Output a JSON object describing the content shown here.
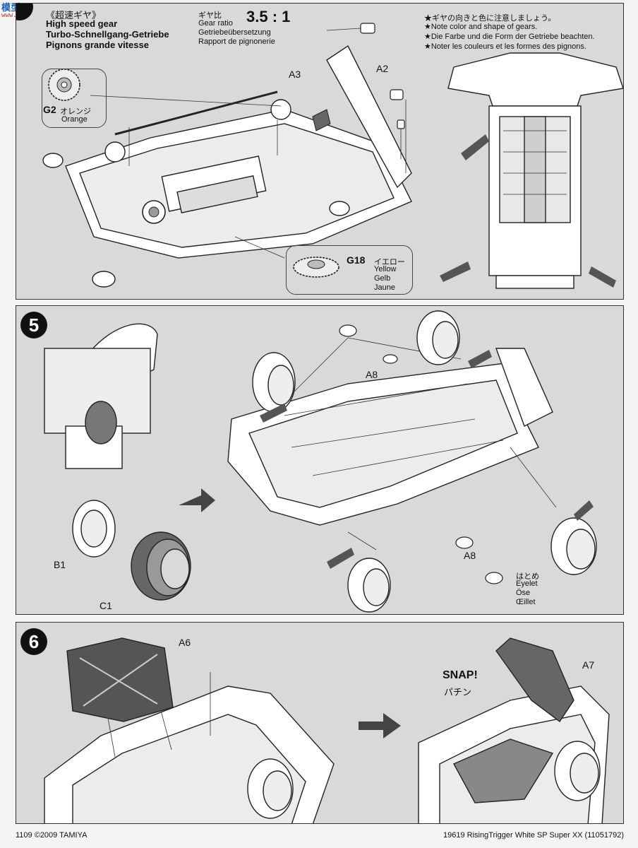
{
  "watermark": {
    "top": "模型 PLAY SEARCH",
    "bottom": "www.moxing.net"
  },
  "step4": {
    "jp_title": "《超速ギヤ》",
    "title_en": "High speed gear",
    "title_de": "Turbo-Schnellgang-Getriebe",
    "title_fr": "Pignons grande vitesse",
    "ratio_jp": "ギヤ比",
    "ratio_en": "Gear ratio",
    "ratio_de": "Getriebeübersetzung",
    "ratio_fr": "Rapport de pignonerie",
    "ratio_value": "3.5 : 1",
    "notes": [
      "★ギヤの向きと色に注意しましょう。",
      "★Note color and shape of gears.",
      "★Die Farbe und die Form der Getriebe beachten.",
      "★Noter les couleurs et les formes des pignons."
    ],
    "g2_code": "G2",
    "g2_jp": "オレンジ",
    "g2_en": "Orange",
    "g18_code": "G18",
    "g18_jp": "イエロー",
    "g18_en": "Yellow",
    "g18_de": "Gelb",
    "g18_fr": "Jaune",
    "part_a3": "A3",
    "part_a2": "A2"
  },
  "step5": {
    "number": "5",
    "part_a8_top": "A8",
    "part_a8_bottom": "A8",
    "part_b1": "B1",
    "part_c1": "C1",
    "eyelet_jp": "はとめ",
    "eyelet_en": "Eyelet",
    "eyelet_de": "Öse",
    "eyelet_fr": "Œillet"
  },
  "step6": {
    "number": "6",
    "part_a6": "A6",
    "part_a7": "A7",
    "snap_en": "SNAP!",
    "snap_jp": "パチン"
  },
  "footer": {
    "left": "1109 ©2009 TAMIYA",
    "right": "19619 RisingTrigger White SP Super XX (11051792)"
  }
}
